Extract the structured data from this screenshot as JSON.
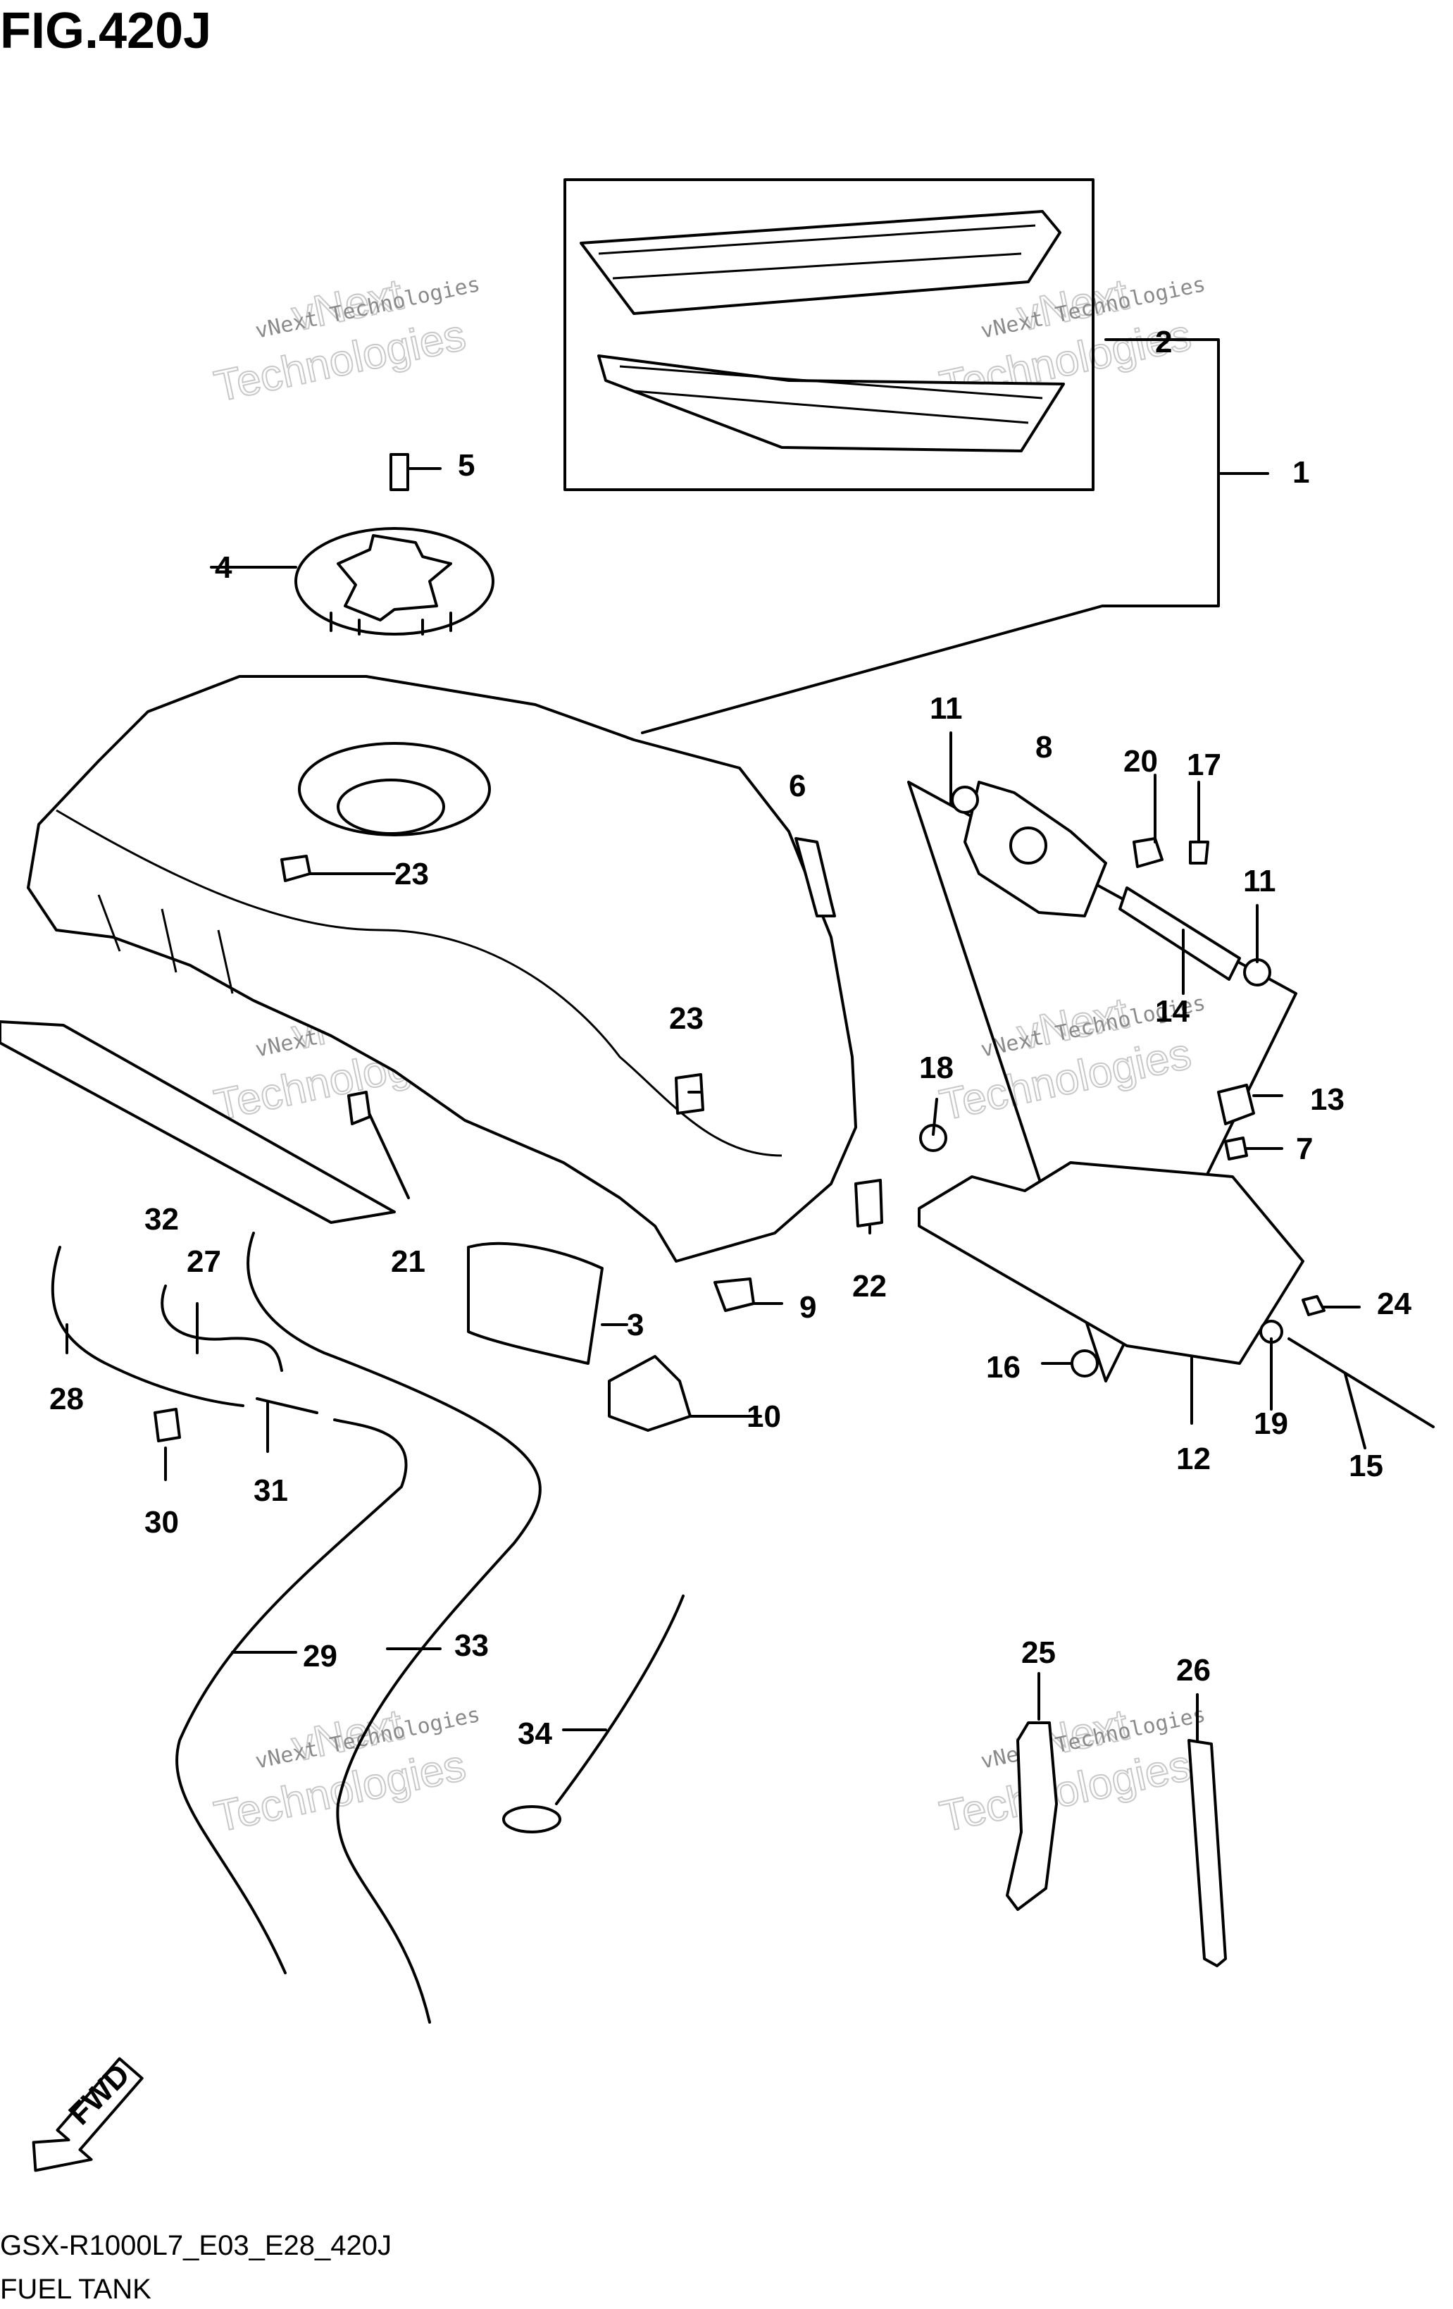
{
  "figure_title": "FIG.420J",
  "footer": {
    "model_code": "GSX-R1000L7_E03_E28_420J",
    "section_name": "FUEL TANK"
  },
  "fwd_label": "FWD",
  "watermark": {
    "line1": "vNext Technologies",
    "line2": "vNext",
    "line3": "Technologies"
  },
  "callouts": {
    "c1": "1",
    "c2": "2",
    "c3": "3",
    "c4": "4",
    "c5": "5",
    "c6": "6",
    "c7": "7",
    "c8": "8",
    "c9": "9",
    "c10": "10",
    "c11a": "11",
    "c11b": "11",
    "c12": "12",
    "c13": "13",
    "c14": "14",
    "c15": "15",
    "c16": "16",
    "c17": "17",
    "c18": "18",
    "c19": "19",
    "c20": "20",
    "c21": "21",
    "c22": "22",
    "c23a": "23",
    "c23b": "23",
    "c24": "24",
    "c25": "25",
    "c26": "26",
    "c27": "27",
    "c28": "28",
    "c29": "29",
    "c30": "30",
    "c31": "31",
    "c32": "32",
    "c33": "33",
    "c34": "34"
  }
}
